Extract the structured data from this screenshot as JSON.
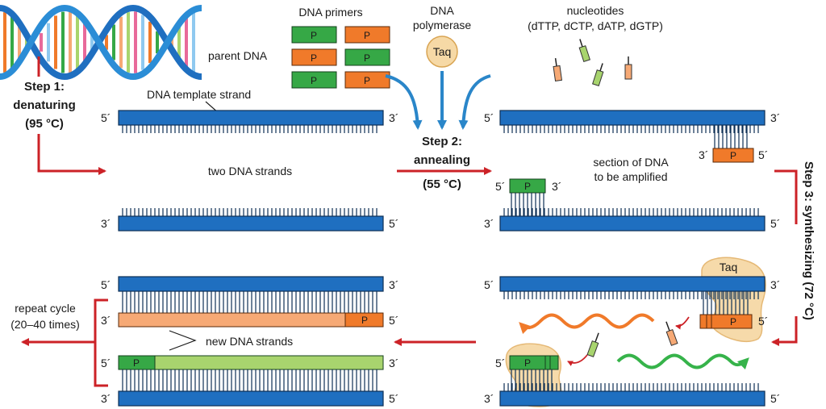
{
  "labels": {
    "parent_dna": "parent DNA",
    "dna_primers": "DNA primers",
    "dna_polymerase_line1": "DNA",
    "dna_polymerase_line2": "polymerase",
    "taq": "Taq",
    "nucleotides_line1": "nucleotides",
    "nucleotides_line2": "(dTTP, dCTP, dATP, dGTP)",
    "template_strand": "DNA template strand",
    "two_strands": "two DNA strands",
    "section_line1": "section of DNA",
    "section_line2": "to be amplified",
    "new_strands": "new DNA strands",
    "repeat_line1": "repeat cycle",
    "repeat_line2": "(20–40 times)",
    "primer": "P",
    "five_prime": "5´",
    "three_prime": "3´"
  },
  "steps": {
    "step1_line1": "Step 1:",
    "step1_line2": "denaturing",
    "step1_line3": "(95 °C)",
    "step2_line1": "Step 2:",
    "step2_line2": "annealing",
    "step2_line3": "(55 °C)",
    "step3": "Step 3: synthesizing (72 °C)"
  },
  "colors": {
    "strand_blue": "#1f6fc0",
    "primer_green": "#36a846",
    "primer_orange": "#f07a2a",
    "new_orange": "#f6a975",
    "new_green": "#a8d46e",
    "arrow_red": "#cc2227",
    "arrow_blue": "#2a86c9",
    "taq_fill": "#f6d9a6"
  }
}
